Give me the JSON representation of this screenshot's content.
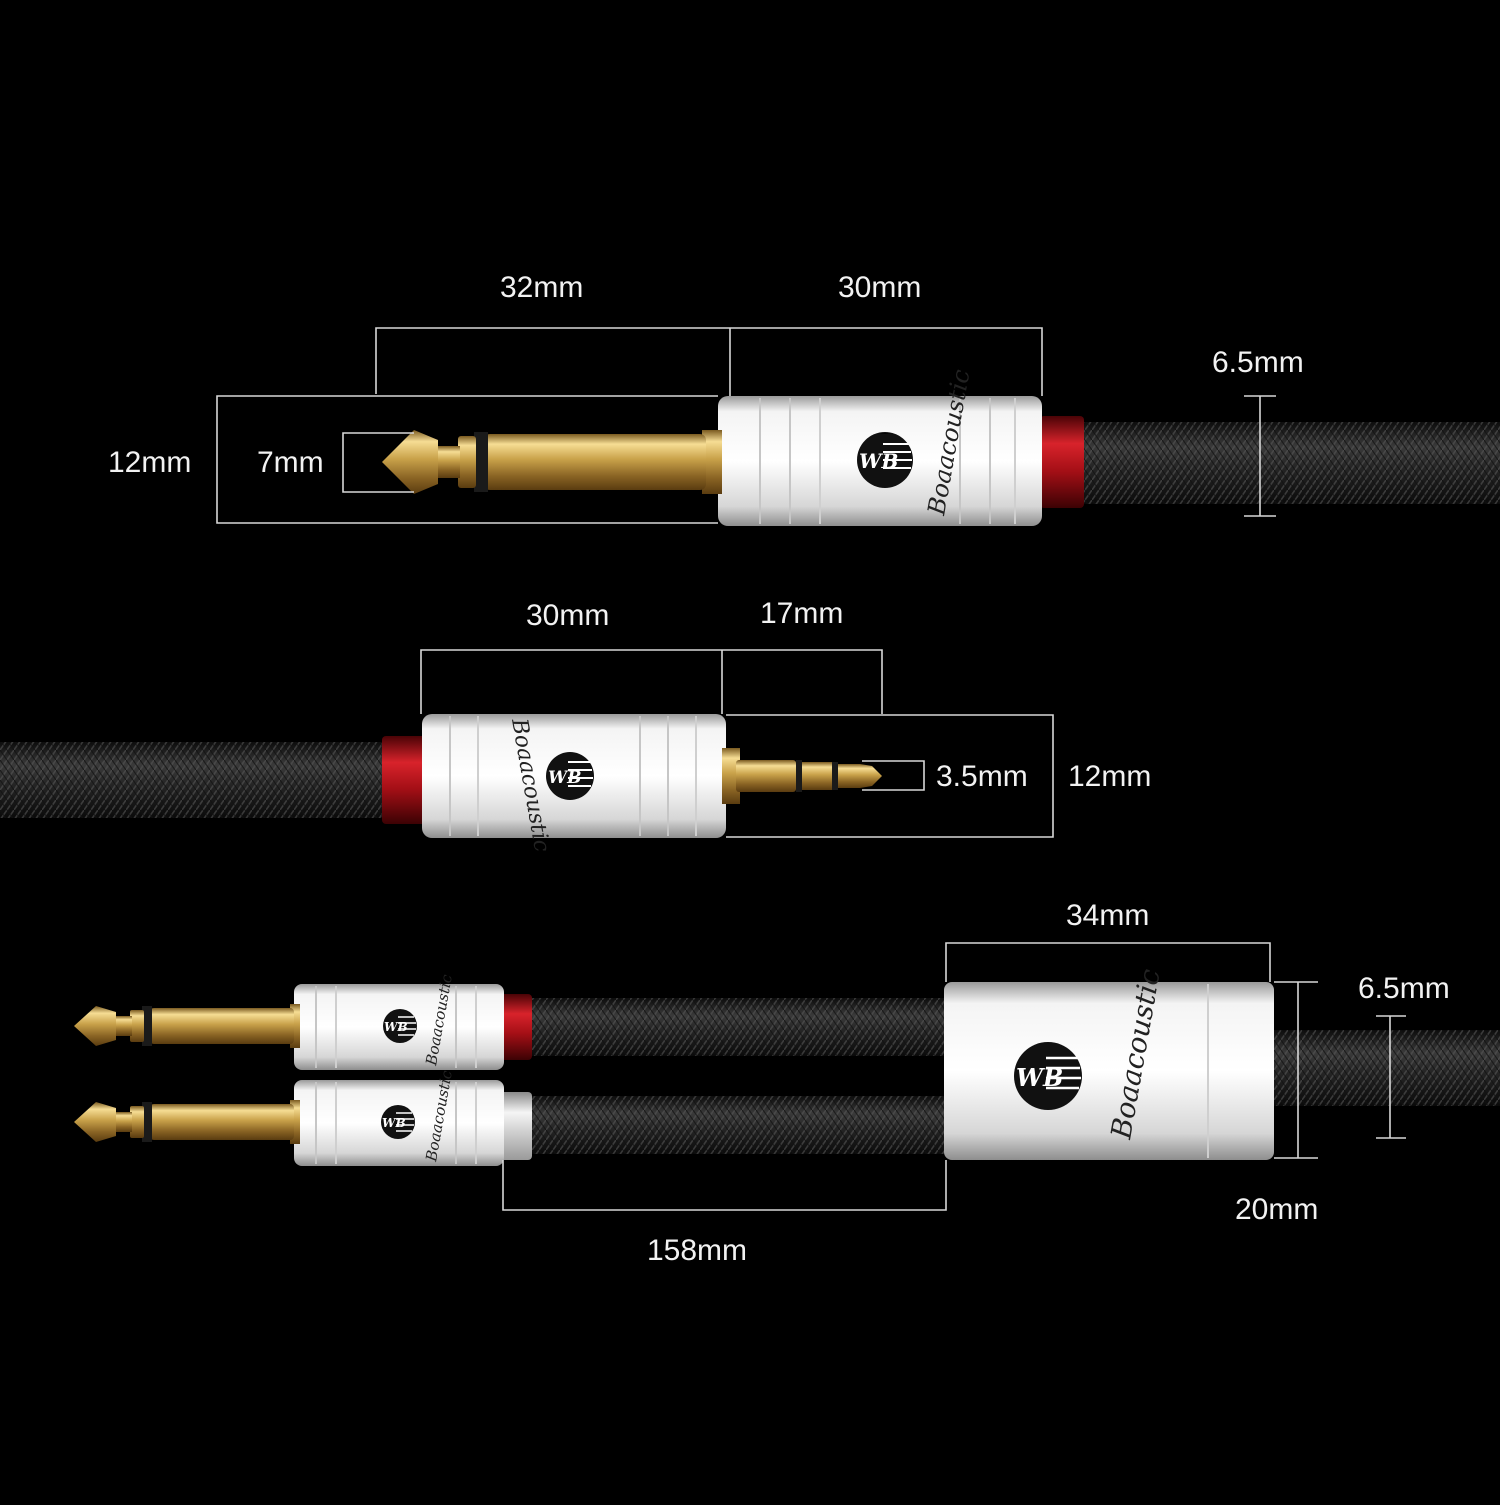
{
  "brand": {
    "logo_lettering": "WB",
    "wordmark": "Boaacoustic"
  },
  "colors": {
    "background": "#000000",
    "dimension_lines": "#d8d8d8",
    "label_text": "#f2f2f2",
    "gold_plug": "#c9a24a",
    "aluminium_shell": "#e6e6e6",
    "red_ring": "#c0141c",
    "cable_braid": "#2e2e2e"
  },
  "plug_6_35": {
    "length_label": "32mm",
    "shell_label": "30mm",
    "height_label": "12mm",
    "tip_label": "7mm",
    "cable_label": "6.5mm"
  },
  "plug_3_5": {
    "shell_label": "30mm",
    "length_label": "17mm",
    "tip_label": "3.5mm",
    "height_label": "12mm"
  },
  "splitter": {
    "body_label": "34mm",
    "cable_label": "6.5mm",
    "height_label": "20mm",
    "split_length_label": "158mm"
  }
}
